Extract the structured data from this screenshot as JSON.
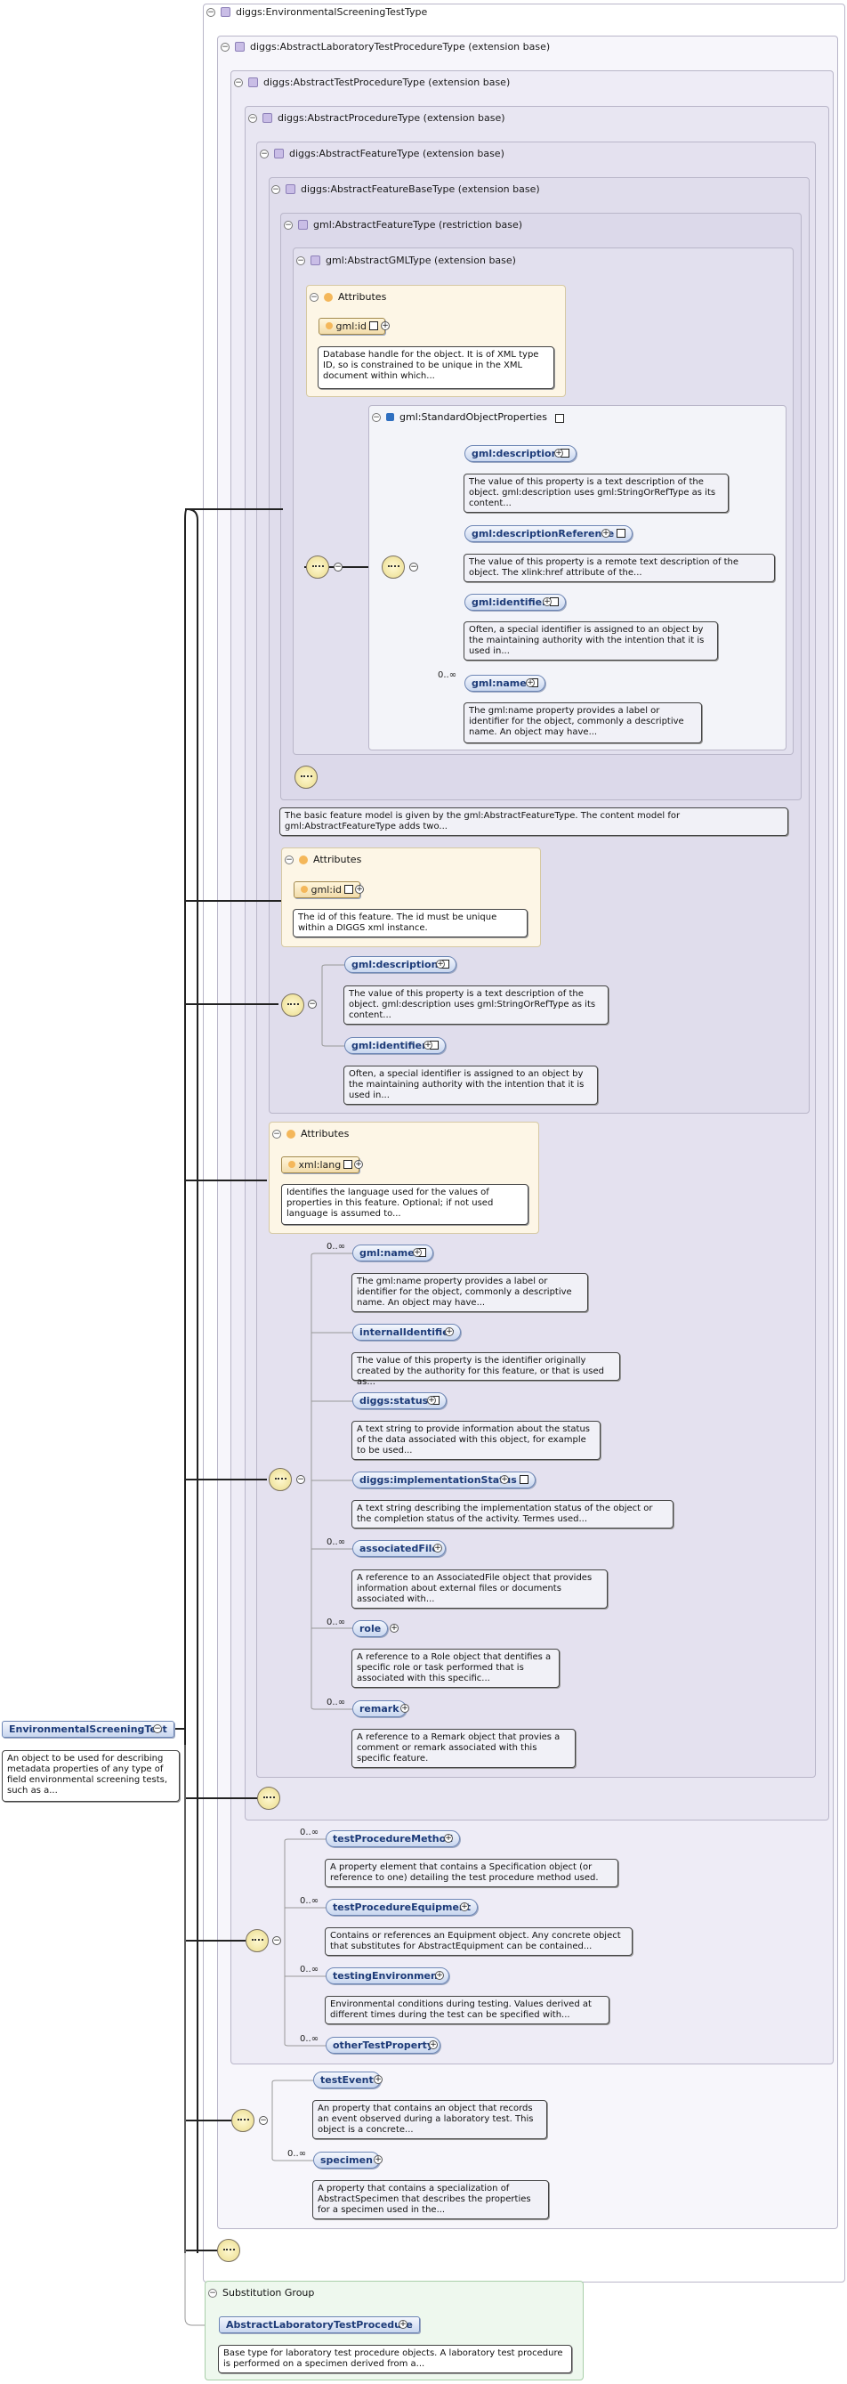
{
  "root": {
    "label": "EnvironmentalScreeningTest",
    "description": "An object to be used for describing metadata properties of any type of field environmental screening tests, such as a..."
  },
  "types": {
    "t0": "diggs:EnvironmentalScreeningTestType",
    "t1": "diggs:AbstractLaboratoryTestProcedureType (extension base)",
    "t2": "diggs:AbstractTestProcedureType (extension base)",
    "t3": "diggs:AbstractProcedureType (extension base)",
    "t4": "diggs:AbstractFeatureType (extension base)",
    "t5": "diggs:AbstractFeatureBaseType (extension base)",
    "t6": "gml:AbstractFeatureType (restriction base)",
    "t7": "gml:AbstractGMLType (extension base)"
  },
  "attributes_label": "Attributes",
  "gml_attrs": {
    "id_label": "gml:id",
    "id_desc": "Database handle for the object. It is of XML type ID, so is constrained to be unique in the XML document within which..."
  },
  "std_props": {
    "title": "gml:StandardObjectProperties",
    "items": [
      {
        "label": "gml:description",
        "desc": "The value of this property is a text description of the object. gml:description uses gml:StringOrRefType as its content..."
      },
      {
        "label": "gml:descriptionReference",
        "desc": "The value of this property is a remote text description of the object. The xlink:href attribute of the..."
      },
      {
        "label": "gml:identifier",
        "desc": "Often, a special identifier is assigned to an object by the maintaining authority with the intention that it is used in..."
      },
      {
        "label": "gml:name",
        "card": "0..∞",
        "desc": "The gml:name property provides a label or identifier for the object, commonly a descriptive name. An object may have..."
      }
    ]
  },
  "feature_desc": "The basic feature model is given by the gml:AbstractFeatureType. The content model for gml:AbstractFeatureType adds two...",
  "base_attrs": {
    "id_label": "gml:id",
    "id_desc": "The id of this feature. The id must be unique within a DIGGS xml instance."
  },
  "base_seq": [
    {
      "label": "gml:description",
      "desc": "The value of this property is a text description of the object. gml:description uses gml:StringOrRefType as its content..."
    },
    {
      "label": "gml:identifier",
      "desc": "Often, a special identifier is assigned to an object by the maintaining authority with the intention that it is used in..."
    }
  ],
  "feature_attrs": {
    "lang_label": "xml:lang",
    "lang_desc": "Identifies the language used for the values of properties in this feature. Optional; if not used language is assumed to..."
  },
  "feature_seq": [
    {
      "label": "gml:name",
      "card": "0..∞",
      "desc": "The gml:name property provides a label or identifier for the object, commonly a descriptive name. An object may have..."
    },
    {
      "label": "internalIdentifier",
      "card": "",
      "desc": "The value of this property is the identifier originally created by the authority for this feature, or that is used as..."
    },
    {
      "label": "diggs:status",
      "card": "",
      "desc": "A text string to provide information about the status of the data associated with this object, for example to be used..."
    },
    {
      "label": "diggs:implementationStatus",
      "card": "",
      "desc": "A text string describing the implementation status of the object or the completion status of the activity. Termes used..."
    },
    {
      "label": "associatedFile",
      "card": "0..∞",
      "desc": "A reference to an AssociatedFile object that provides information about external files or documents associated with..."
    },
    {
      "label": "role",
      "card": "0..∞",
      "desc": "A reference to a Role object that dentifies a specific role or task performed that is associated with this specific..."
    },
    {
      "label": "remark",
      "card": "0..∞",
      "desc": "A reference to a Remark object that provies a comment or remark associated with this specific feature."
    }
  ],
  "procedure_seq": [
    {
      "label": "testProcedureMethod",
      "card": "0..∞",
      "desc": "A property element that contains a Specification object (or reference to one) detailing the test procedure method used."
    },
    {
      "label": "testProcedureEquipment",
      "card": "0..∞",
      "desc": "Contains or references an Equipment object. Any concrete object that substitutes for AbstractEquipment can be contained..."
    },
    {
      "label": "testingEnvironment",
      "card": "0..∞",
      "desc": "Environmental conditions during testing. Values derived at different times during the test can be specified with..."
    },
    {
      "label": "otherTestProperty",
      "card": "0..∞",
      "desc": ""
    }
  ],
  "lab_seq": [
    {
      "label": "testEvent",
      "card": "",
      "desc": "An property that contains an object that records an event observed during a laboratory test. This object is a concrete..."
    },
    {
      "label": "specimen",
      "card": "0..∞",
      "desc": "A property that contains a specialization of AbstractSpecimen that describes the properties for a specimen used in the..."
    }
  ],
  "substitution": {
    "title": "Substitution Group",
    "label": "AbstractLaboratoryTestProcedure",
    "desc": "Base type for laboratory test procedure objects. A laboratory test procedure is performed on a specimen derived from a..."
  },
  "colors": {
    "element_fill": "#c8d6ef",
    "attr_fill": "#f2dcaa",
    "attrs_panel": "#fdf6e6",
    "subst_panel": "#eef8ee"
  }
}
